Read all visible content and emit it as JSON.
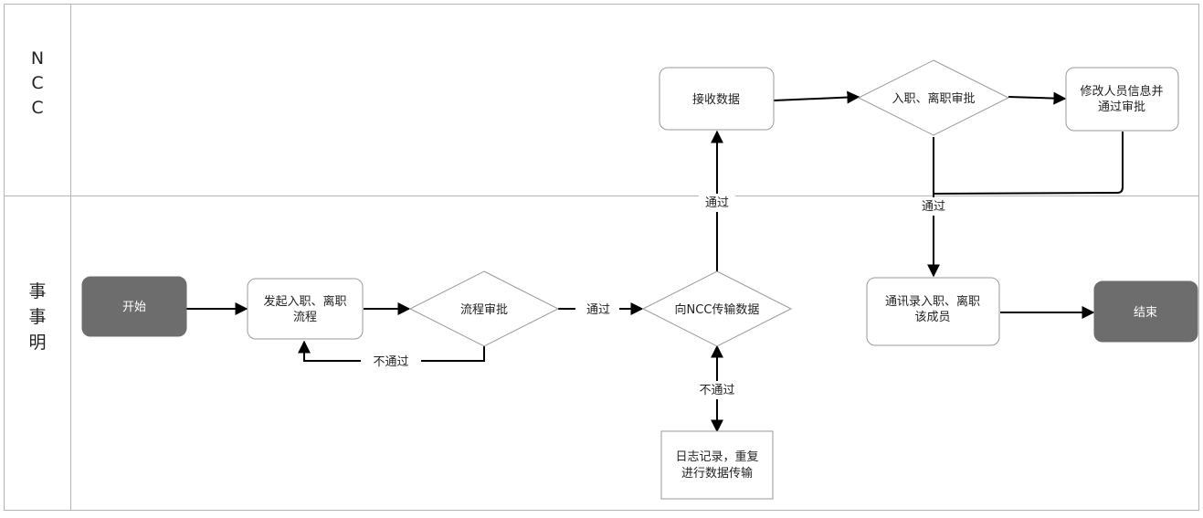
{
  "colors": {
    "lane_border": "#b5b5b5",
    "node_border": "#9a9a9a",
    "terminal_fill": "#6d6d6d",
    "edge": "#000000"
  },
  "lanes": {
    "top": {
      "label_chars": [
        "N",
        "C",
        "C"
      ]
    },
    "bottom": {
      "label_chars": [
        "事",
        "事",
        "明"
      ]
    }
  },
  "nodes": {
    "start": {
      "label": "开始"
    },
    "initiate": {
      "label_lines": [
        "发起入职、离职",
        "流程"
      ]
    },
    "process_approval": {
      "label": "流程审批"
    },
    "transfer_ncc": {
      "label": "向NCC传输数据"
    },
    "log_retry": {
      "label_lines": [
        "日志记录，重复",
        "进行数据传输"
      ]
    },
    "receive": {
      "label": "接收数据"
    },
    "ncc_approval": {
      "label": "入职、离职审批"
    },
    "modify": {
      "label_lines": [
        "修改人员信息并",
        "通过审批"
      ]
    },
    "directory": {
      "label_lines": [
        "通讯录入职、离职",
        "该成员"
      ]
    },
    "end": {
      "label": "结束"
    }
  },
  "edge_labels": {
    "approval_pass": "通过",
    "approval_reject": "不通过",
    "transfer_pass": "通过",
    "transfer_reject": "不通过",
    "ncc_pass": "通过"
  }
}
